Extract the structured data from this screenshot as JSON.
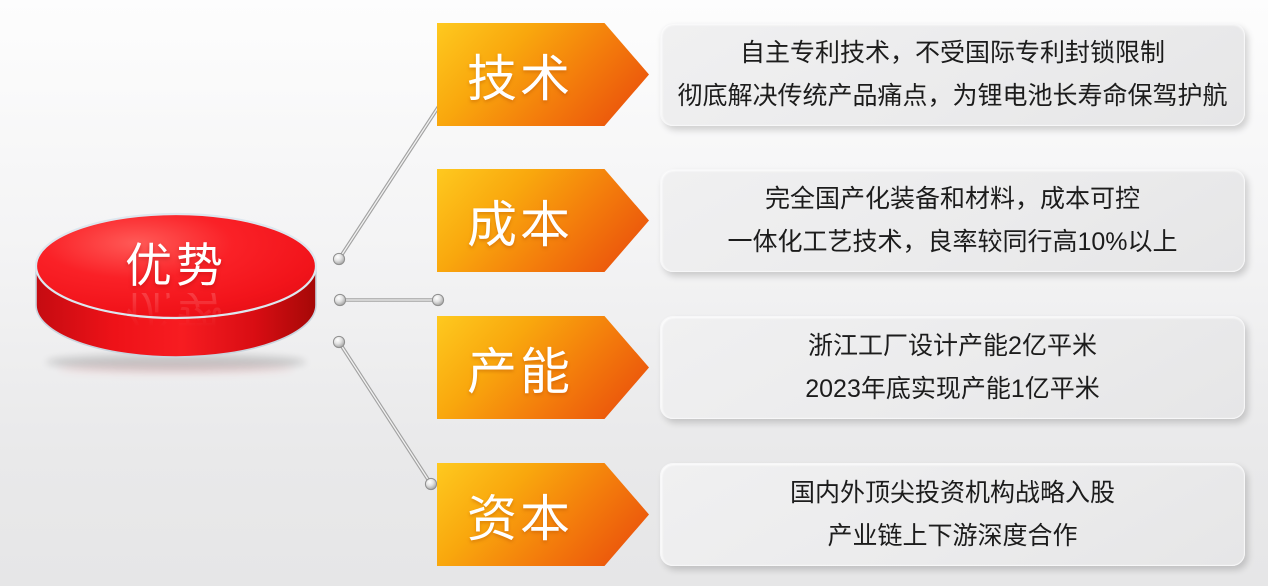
{
  "disk": {
    "label": "优势"
  },
  "rows": [
    {
      "category": "技术",
      "lines": [
        "自主专利技术，不受国际专利封锁限制",
        "彻底解决传统产品痛点，为锂电池长寿命保驾护航"
      ]
    },
    {
      "category": "成本",
      "lines": [
        "完全国产化装备和材料，成本可控",
        "一体化工艺技术，良率较同行高10%以上"
      ]
    },
    {
      "category": "产能",
      "lines": [
        "浙江工厂设计产能2亿平米",
        "2023年底实现产能1亿平米"
      ]
    },
    {
      "category": "资本",
      "lines": [
        "国内外顶尖投资机构战略入股",
        "产业链上下游深度合作"
      ]
    }
  ],
  "colors": {
    "disk_red": "#f2141b",
    "disk_side_red": "#c40b11",
    "arrow_gold": "#fec91f",
    "arrow_orange": "#e8470b",
    "box_bg": "#ececec",
    "text_dark": "#1c1c1c",
    "connector_gray": "#a2a2a2"
  }
}
